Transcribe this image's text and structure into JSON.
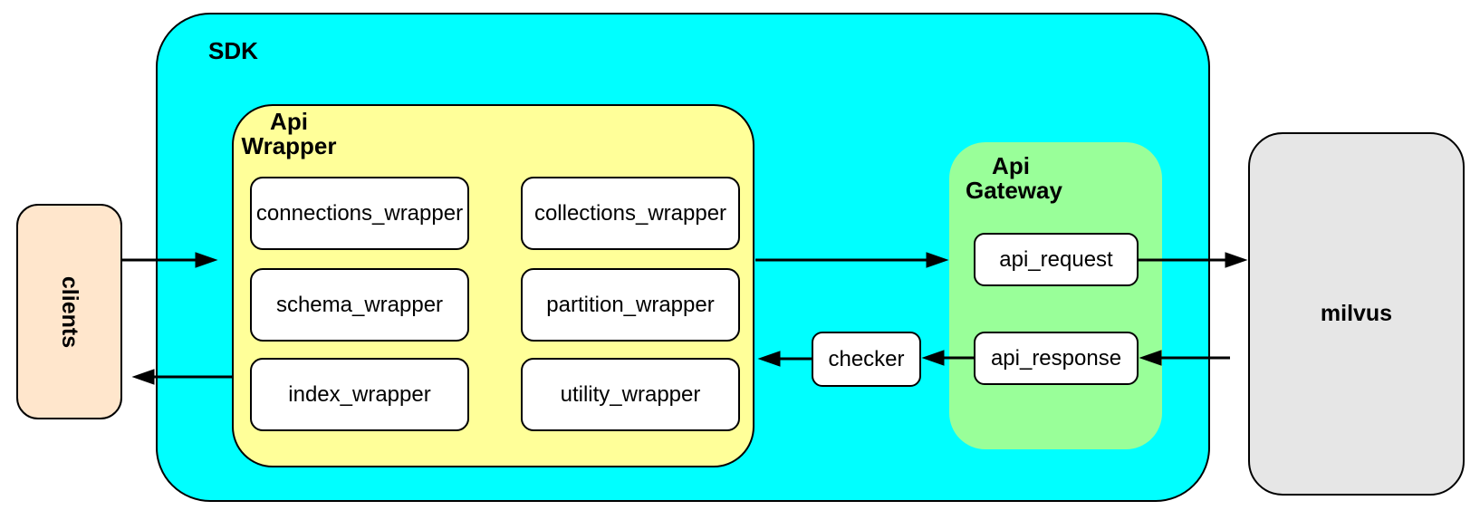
{
  "diagram": {
    "nodes": {
      "clients": "clients",
      "sdk": "SDK",
      "api_wrapper": {
        "line1": "Api",
        "line2": "Wrapper"
      },
      "wrapper_modules": [
        "connections_wrapper",
        "collections_wrapper",
        "schema_wrapper",
        "partition_wrapper",
        "index_wrapper",
        "utility_wrapper"
      ],
      "checker": "checker",
      "api_gateway": {
        "line1": "Api",
        "line2": "Gateway"
      },
      "api_request": "api_request",
      "api_response": "api_response",
      "milvus": "milvus"
    },
    "edges": [
      {
        "from": "clients",
        "to": "api_wrapper"
      },
      {
        "from": "api_wrapper",
        "to": "api_gateway"
      },
      {
        "from": "api_request",
        "to": "milvus"
      },
      {
        "from": "milvus",
        "to": "api_response"
      },
      {
        "from": "api_response",
        "to": "checker"
      },
      {
        "from": "checker",
        "to": "api_wrapper"
      },
      {
        "from": "api_wrapper",
        "to": "clients"
      }
    ],
    "colors": {
      "sdk_fill": "#00FFFF",
      "api_wrapper_fill": "#FFFF99",
      "api_gateway_fill": "#99FF99",
      "clients_fill": "#FFE6CC",
      "milvus_fill": "#E6E6E6",
      "module_fill": "#FFFFFF",
      "line_color": "#000000"
    }
  }
}
